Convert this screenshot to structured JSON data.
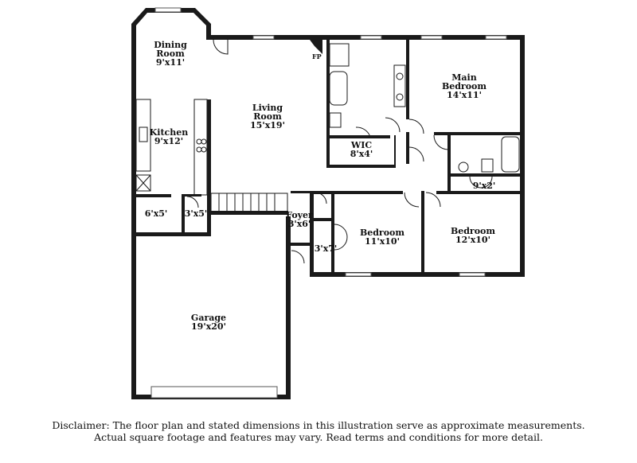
{
  "rooms": {
    "dining": {
      "name": "Dining Room",
      "line1": "Dining",
      "line2": "Room",
      "dims": "9'x11'"
    },
    "living": {
      "name": "Living Room",
      "line1": "Living",
      "line2": "Room",
      "dims": "15'x19'"
    },
    "kitchen": {
      "name": "Kitchen",
      "line1": "Kitchen",
      "dims": "9'x12'"
    },
    "main_bedroom": {
      "line1": "Main",
      "line2": "Bedroom",
      "dims": "14'x11'"
    },
    "wic": {
      "line1": "WIC",
      "dims": "8'x4'"
    },
    "hall_bath": {
      "dims": "9'x2'"
    },
    "pantry": {
      "dims": "6'x5'"
    },
    "laundry": {
      "dims": "3'x5'"
    },
    "foyer": {
      "line1": "Foyer",
      "dims": "3'x6'"
    },
    "closet": {
      "dims": "3'x7'"
    },
    "bedroom2": {
      "line1": "Bedroom",
      "dims": "11'x10'"
    },
    "bedroom3": {
      "line1": "Bedroom",
      "dims": "12'x10'"
    },
    "garage": {
      "line1": "Garage",
      "dims": "19'x20'"
    },
    "fireplace": {
      "label": "FP"
    }
  },
  "disclaimer": {
    "line1": "Disclaimer: The floor plan and stated dimensions in this illustration serve as approximate measurements.",
    "line2": "Actual square footage and features may vary. Read terms and conditions for more detail."
  }
}
